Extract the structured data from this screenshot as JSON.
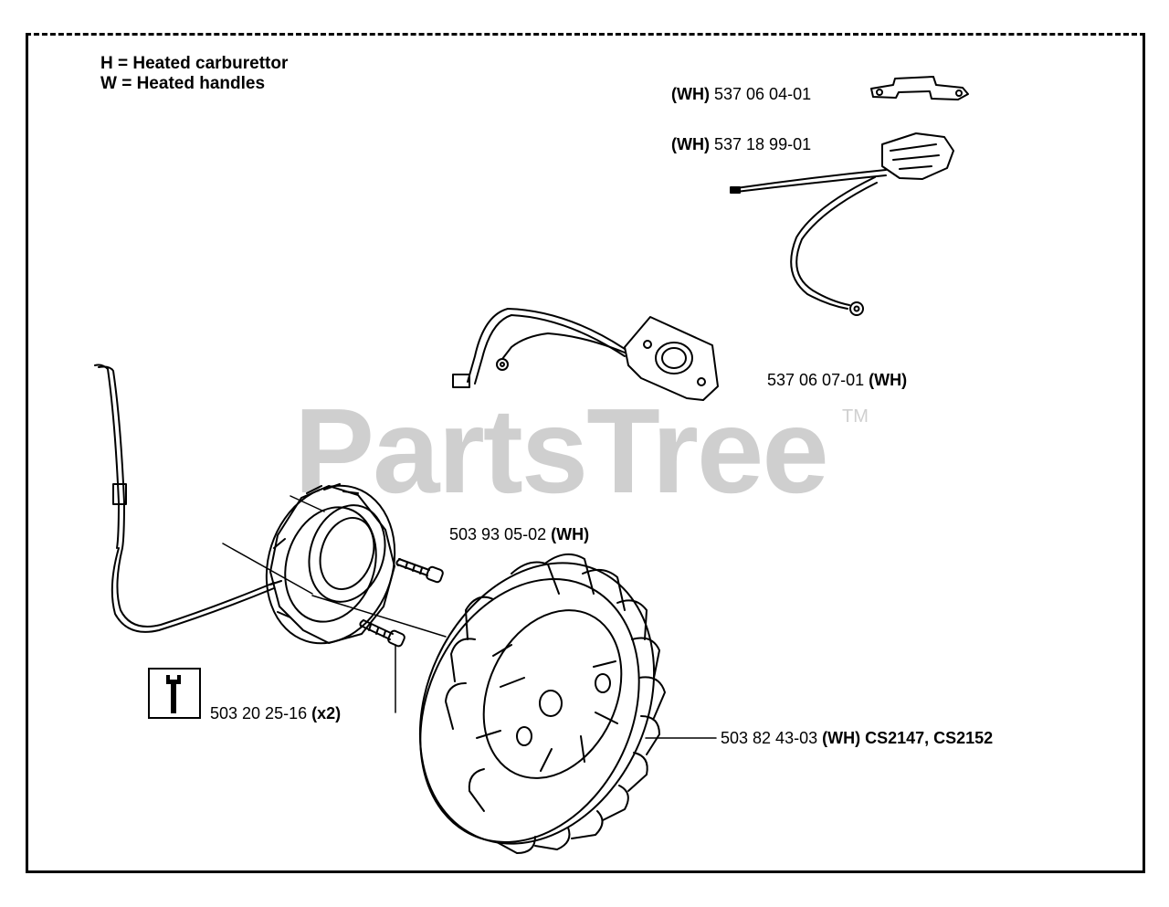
{
  "legend": {
    "line1": "H = Heated carburettor",
    "line2": "W = Heated handles"
  },
  "watermark": {
    "brand": "PartsTree",
    "trademark": "TM"
  },
  "parts": [
    {
      "prefix": "(WH)",
      "number": "537 06 04-01",
      "suffix": ""
    },
    {
      "prefix": "(WH)",
      "number": "537 18 99-01",
      "suffix": ""
    },
    {
      "prefix": "",
      "number": "537 06 07-01",
      "suffix": "(WH)"
    },
    {
      "prefix": "",
      "number": "503 93 05-02",
      "suffix": "(WH)"
    },
    {
      "prefix": "",
      "number": "503 20 25-16",
      "suffix": "(x2)"
    },
    {
      "prefix": "",
      "number": "503 82 43-03",
      "suffix": "(WH) CS2147, CS2152"
    }
  ],
  "icons": {
    "tool": "wrench-icon"
  },
  "colors": {
    "line": "#000000",
    "watermark": "#cfcfcf",
    "background": "#ffffff"
  }
}
